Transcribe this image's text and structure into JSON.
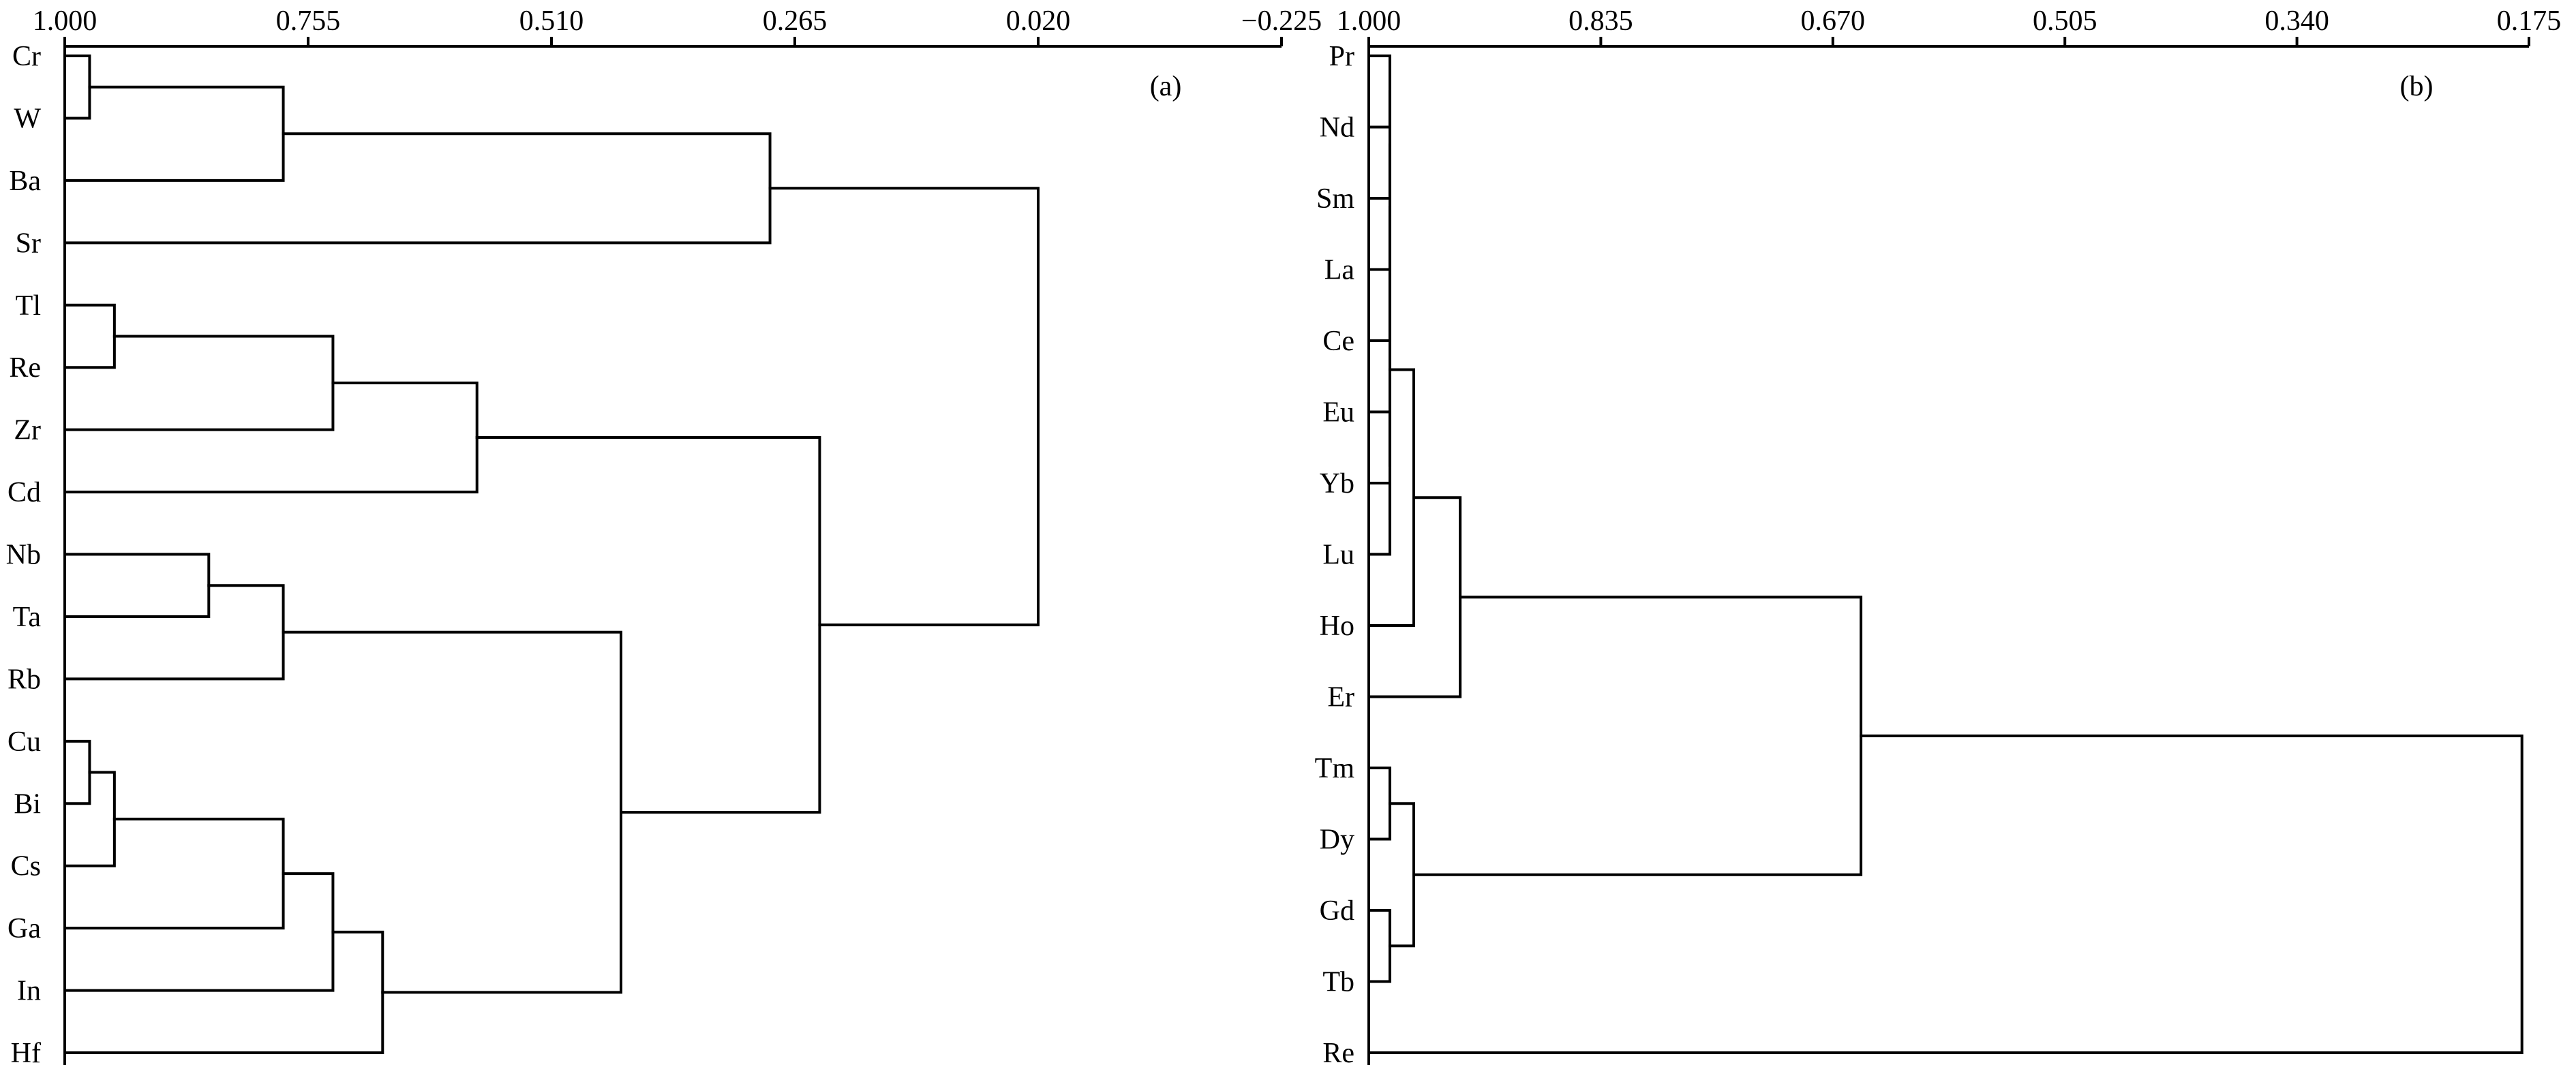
{
  "chart_data": [
    {
      "type": "dendrogram",
      "panel_label": "(a)",
      "x_ticks": [
        "1.000",
        "0.755",
        "0.510",
        "0.265",
        "0.020",
        "−0.225"
      ],
      "x_tick_values": [
        1.0,
        0.755,
        0.51,
        0.265,
        0.02,
        -0.225
      ],
      "xlim": [
        1.0,
        -0.225
      ],
      "leaves": [
        "Cr",
        "W",
        "Ba",
        "Sr",
        "Tl",
        "Re",
        "Zr",
        "Cd",
        "Nb",
        "Ta",
        "Rb",
        "Cu",
        "Bi",
        "Cs",
        "Ga",
        "In",
        "Hf"
      ],
      "merges": [
        {
          "left": "Cr",
          "right": "W",
          "similarity": 0.975
        },
        {
          "left": "Cr+W",
          "right": "Ba",
          "similarity": 0.78
        },
        {
          "left": "Cr+W+Ba",
          "right": "Sr",
          "similarity": 0.29
        },
        {
          "left": "Tl",
          "right": "Re",
          "similarity": 0.95
        },
        {
          "left": "Tl+Re",
          "right": "Zr",
          "similarity": 0.73
        },
        {
          "left": "Tl+Re+Zr",
          "right": "Cd",
          "similarity": 0.585
        },
        {
          "left": "Nb",
          "right": "Ta",
          "similarity": 0.855
        },
        {
          "left": "Nb+Ta",
          "right": "Rb",
          "similarity": 0.78
        },
        {
          "left": "Cu",
          "right": "Bi",
          "similarity": 0.975
        },
        {
          "left": "Cu+Bi",
          "right": "Cs",
          "similarity": 0.95
        },
        {
          "left": "Cu+Bi+Cs",
          "right": "Ga",
          "similarity": 0.78
        },
        {
          "left": "Cu+Bi+Cs+Ga",
          "right": "In",
          "similarity": 0.73
        },
        {
          "left": "Cu+Bi+Cs+Ga+In",
          "right": "Hf",
          "similarity": 0.68
        },
        {
          "left": "Nb+Ta+Rb",
          "right": "Cu+Bi+Cs+Ga+In+Hf",
          "similarity": 0.44
        },
        {
          "left": "Tl+Re+Zr+Cd",
          "right": "Nb+Ta+Rb+Cu+Bi+Cs+Ga+In+Hf",
          "similarity": 0.24
        },
        {
          "left": "Cr+W+Ba+Sr",
          "right": "Tl+Re+Zr+Cd+Nb+Ta+Rb+Cu+Bi+Cs+Ga+In+Hf",
          "similarity": 0.02
        }
      ]
    },
    {
      "type": "dendrogram",
      "panel_label": "(b)",
      "x_ticks": [
        "1.000",
        "0.835",
        "0.670",
        "0.505",
        "0.340",
        "0.175"
      ],
      "x_tick_values": [
        1.0,
        0.835,
        0.67,
        0.505,
        0.34,
        0.175
      ],
      "xlim": [
        1.0,
        0.175
      ],
      "leaves": [
        "Pr",
        "Nd",
        "Sm",
        "La",
        "Ce",
        "Eu",
        "Yb",
        "Lu",
        "Ho",
        "Er",
        "Tm",
        "Dy",
        "Gd",
        "Tb",
        "Re"
      ],
      "merges": [
        {
          "left": "Pr",
          "right": "Nd",
          "similarity": 0.985
        },
        {
          "left": "Pr+Nd",
          "right": "Sm",
          "similarity": 0.985
        },
        {
          "left": "Pr+Nd+Sm",
          "right": "La",
          "similarity": 0.985
        },
        {
          "left": "Pr+Nd+Sm+La",
          "right": "Ce",
          "similarity": 0.985
        },
        {
          "left": "Yb",
          "right": "Lu",
          "similarity": 0.985
        },
        {
          "left": "Eu",
          "right": "Yb+Lu",
          "similarity": 0.985
        },
        {
          "left": "Pr+Nd+Sm+La+Ce",
          "right": "Eu+Yb+Lu",
          "similarity": 0.985
        },
        {
          "left": "Pr+Nd+Sm+La+Ce+Eu+Yb+Lu",
          "right": "Ho",
          "similarity": 0.968
        },
        {
          "left": "Pr+Nd+Sm+La+Ce+Eu+Yb+Lu+Ho",
          "right": "Er",
          "similarity": 0.935
        },
        {
          "left": "Tm",
          "right": "Dy",
          "similarity": 0.985
        },
        {
          "left": "Gd",
          "right": "Tb",
          "similarity": 0.985
        },
        {
          "left": "Tm+Dy",
          "right": "Gd+Tb",
          "similarity": 0.968
        },
        {
          "left": "Pr+Nd+Sm+La+Ce+Eu+Yb+Lu+Ho+Er",
          "right": "Tm+Dy+Gd+Tb",
          "similarity": 0.65
        },
        {
          "left": "Pr+Nd+Sm+La+Ce+Eu+Yb+Lu+Ho+Er+Tm+Dy+Gd+Tb",
          "right": "Re",
          "similarity": 0.18
        }
      ]
    }
  ]
}
